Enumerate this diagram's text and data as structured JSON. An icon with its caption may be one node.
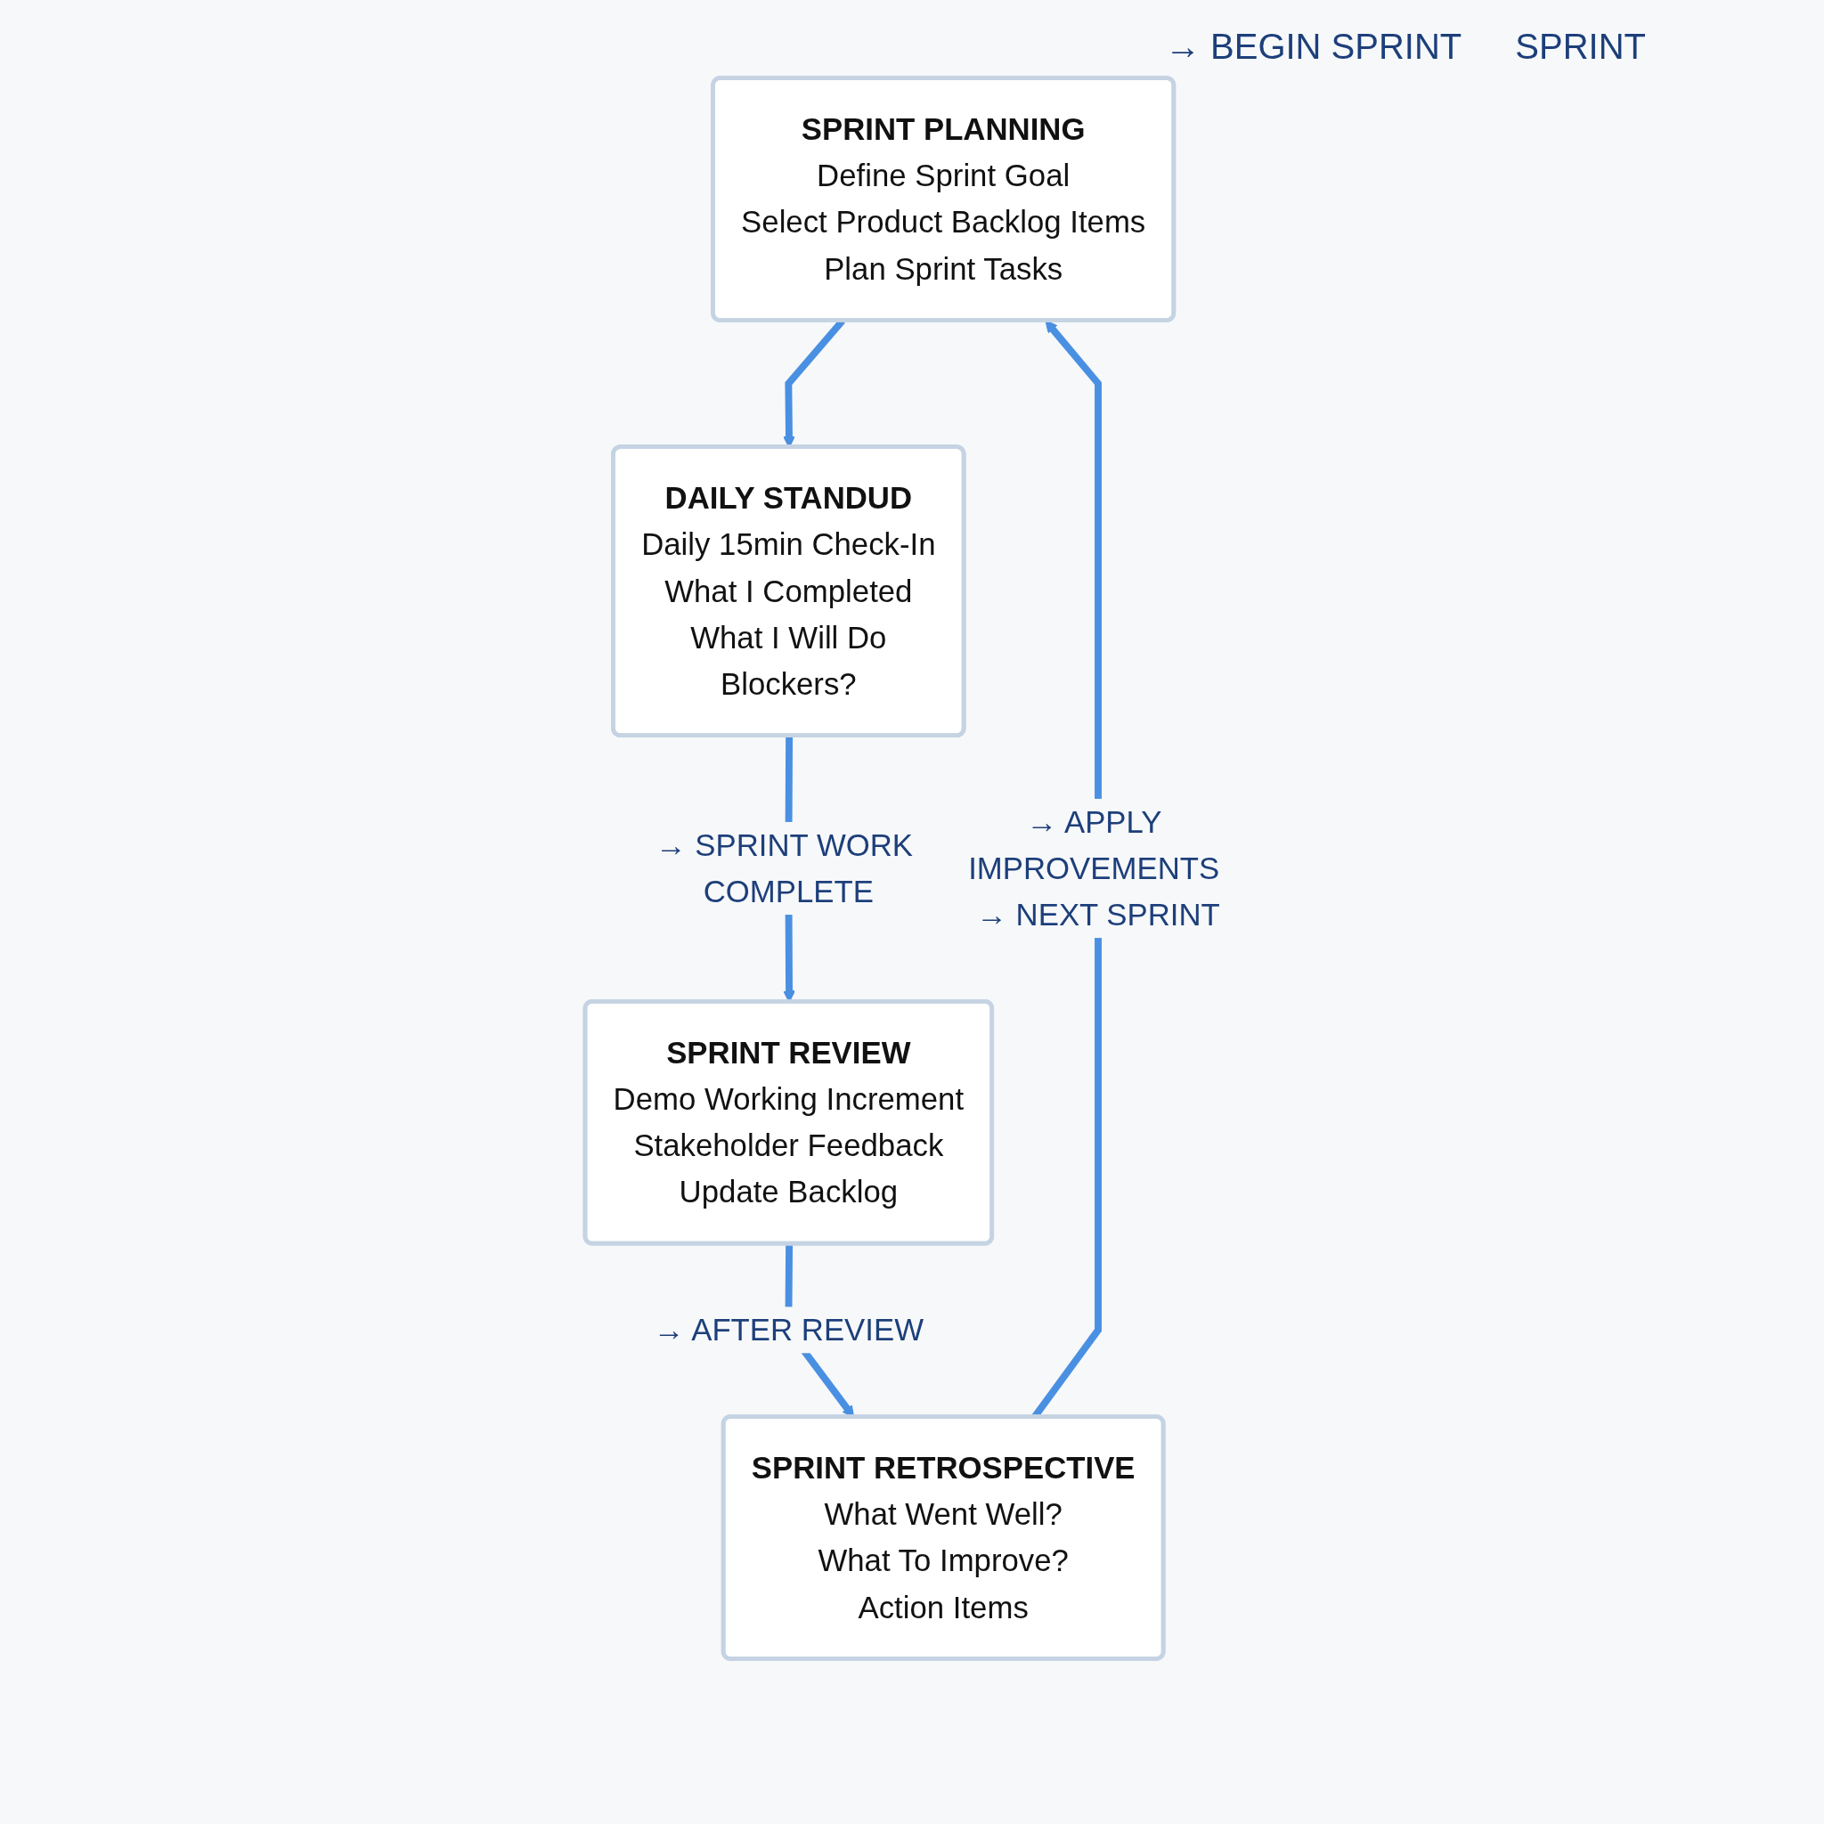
{
  "diagram": {
    "nodes": [
      {
        "text": [
          "SPRINT PLANNING",
          "Define Sprint Goal",
          "Select Product Backlog Items",
          "Plan Sprint Tasks"
        ]
      },
      {
        "text": [
          "DAILY STANDUD",
          "Daily 15min Check-In",
          "What I Completed",
          "What I Will Do",
          "Blockers?"
        ]
      },
      {
        "text": [
          "SPRINT REVIEW",
          "Demo Working Increment",
          "Stakeholder Feedback",
          "Update Backlog"
        ]
      },
      {
        "text": [
          "SPRINT RETROSPECTIVE",
          "What Went Well?",
          "What To Improve?",
          "Action Items"
        ]
      }
    ],
    "edges": [
      {
        "from": 0,
        "to": 1,
        "arrow": "to"
      },
      {
        "from": 1,
        "to": 2,
        "arrow": "to",
        "label": "→ SPRINT WORK COMPLETE"
      },
      {
        "from": 2,
        "to": 3,
        "arrow": "to",
        "label": "→ AFTER REVIEW"
      },
      {
        "from": 3,
        "to": 0,
        "arrow": "to",
        "label": "→ APPLY IMPROVEMENTS → NEXT SPRINT"
      }
    ],
    "labels": [
      "→ BEGIN SPRINT",
      "SPRINT"
    ]
  }
}
